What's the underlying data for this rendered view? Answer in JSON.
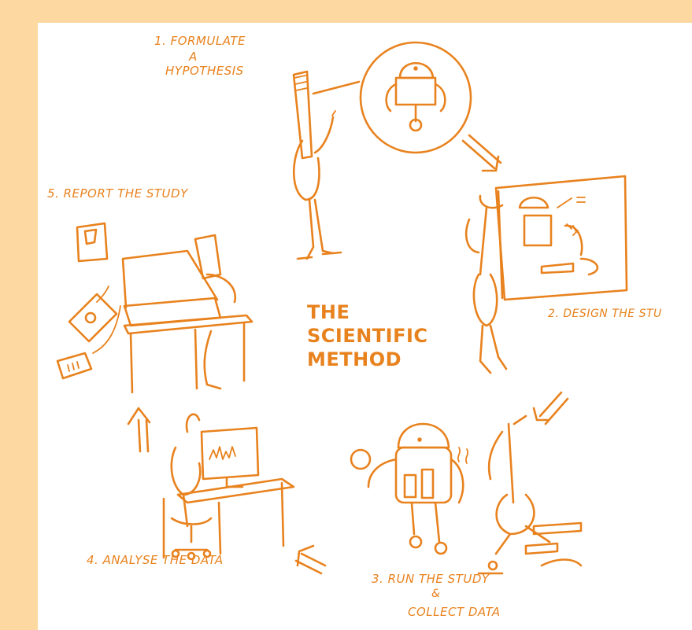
{
  "title": {
    "line1": "THE",
    "line2": "SCIENTIFIC",
    "line3": "METHOD"
  },
  "steps": [
    {
      "line1": "1. FORMULATE",
      "line2": "A",
      "line3": "HYPOTHESIS"
    },
    {
      "line1": "2. DESIGN THE STU"
    },
    {
      "line1": "3. RUN THE STUDY",
      "line2": "&",
      "line3": "COLLECT DATA"
    },
    {
      "line1": "4. ANALYSE THE DATA"
    },
    {
      "line1": "5. REPORT THE STUDY"
    }
  ],
  "colors": {
    "ink": "#e8821e",
    "background": "#fdd9a1",
    "paper": "#ffffff"
  }
}
